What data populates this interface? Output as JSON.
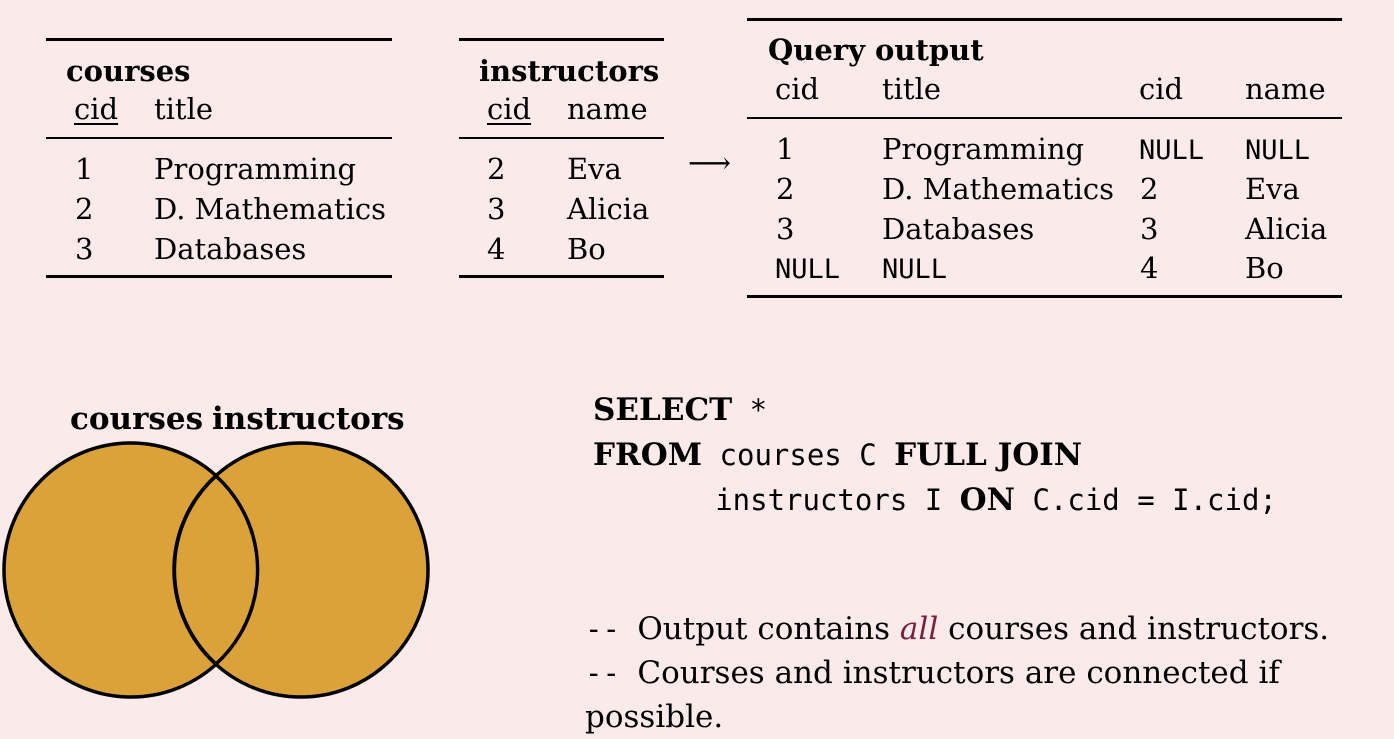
{
  "courses_table": {
    "title": "courses",
    "columns": [
      "cid",
      "title"
    ],
    "rows": [
      [
        "1",
        "Programming"
      ],
      [
        "2",
        "D. Mathematics"
      ],
      [
        "3",
        "Databases"
      ]
    ]
  },
  "instructors_table": {
    "title": "instructors",
    "columns": [
      "cid",
      "name"
    ],
    "rows": [
      [
        "2",
        "Eva"
      ],
      [
        "3",
        "Alicia"
      ],
      [
        "4",
        "Bo"
      ]
    ]
  },
  "arrow": "⟶",
  "output_table": {
    "title": "Query output",
    "columns": [
      "cid",
      "title",
      "cid",
      "name"
    ],
    "rows": [
      [
        "1",
        "Programming",
        "NULL",
        "NULL"
      ],
      [
        "2",
        "D. Mathematics",
        "2",
        "Eva"
      ],
      [
        "3",
        "Databases",
        "3",
        "Alicia"
      ],
      [
        "NULL",
        "NULL",
        "4",
        "Bo"
      ]
    ]
  },
  "venn": {
    "left_label": "courses",
    "right_label": "instructors",
    "fill_color": "#dba23a"
  },
  "query": {
    "select_kw": "SELECT",
    "select_star": " *",
    "from_kw": "FROM",
    "from_table": " courses C ",
    "join_kw": "FULL JOIN",
    "indent": "       ",
    "join_table": "instructors I ",
    "on_kw": "ON",
    "condition": " C.cid = I.cid;"
  },
  "comments": {
    "prefix": "-- ",
    "line1_before": "Output contains ",
    "line1_emph": "all",
    "line1_after": " courses and instructors.",
    "line2": "Courses and instructors are connected if possible.",
    "emph_color": "#7a1f3d"
  }
}
